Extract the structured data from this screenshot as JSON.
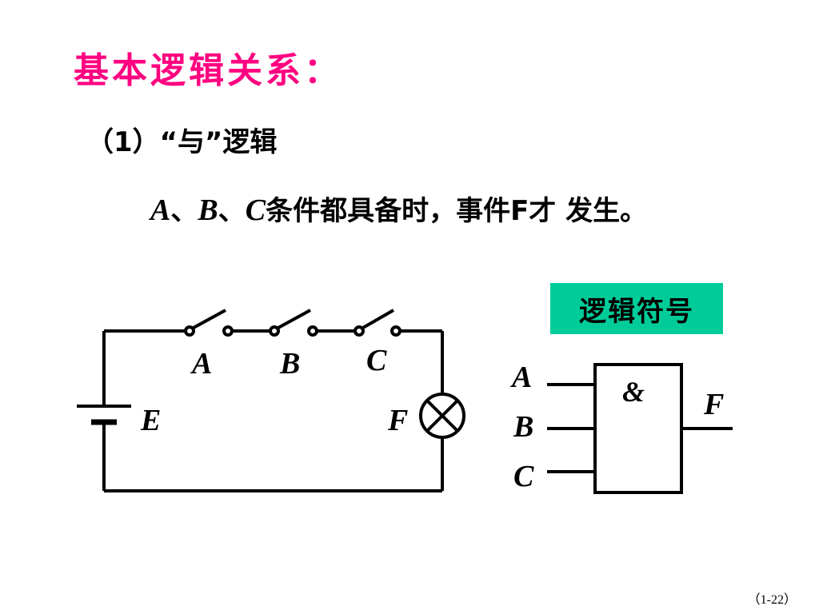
{
  "title": "基本逻辑关系：",
  "subtitle": "（1）“与”逻辑",
  "description": {
    "a": "A",
    "sep1": "、",
    "b": "B",
    "sep2": "、",
    "c": "C",
    "rest": "条件都具备时，事件F才 发生。"
  },
  "symbol_label": "逻辑符号",
  "circuit": {
    "switch_labels": [
      "A",
      "B",
      "C"
    ],
    "source_label": "E",
    "lamp_label": "F"
  },
  "gate": {
    "inputs": [
      "A",
      "B",
      "C"
    ],
    "operator": "&",
    "output": "F"
  },
  "page_number": "（1-22）",
  "colors": {
    "title": "#ff0080",
    "symbol_bg": "#00cc99"
  }
}
